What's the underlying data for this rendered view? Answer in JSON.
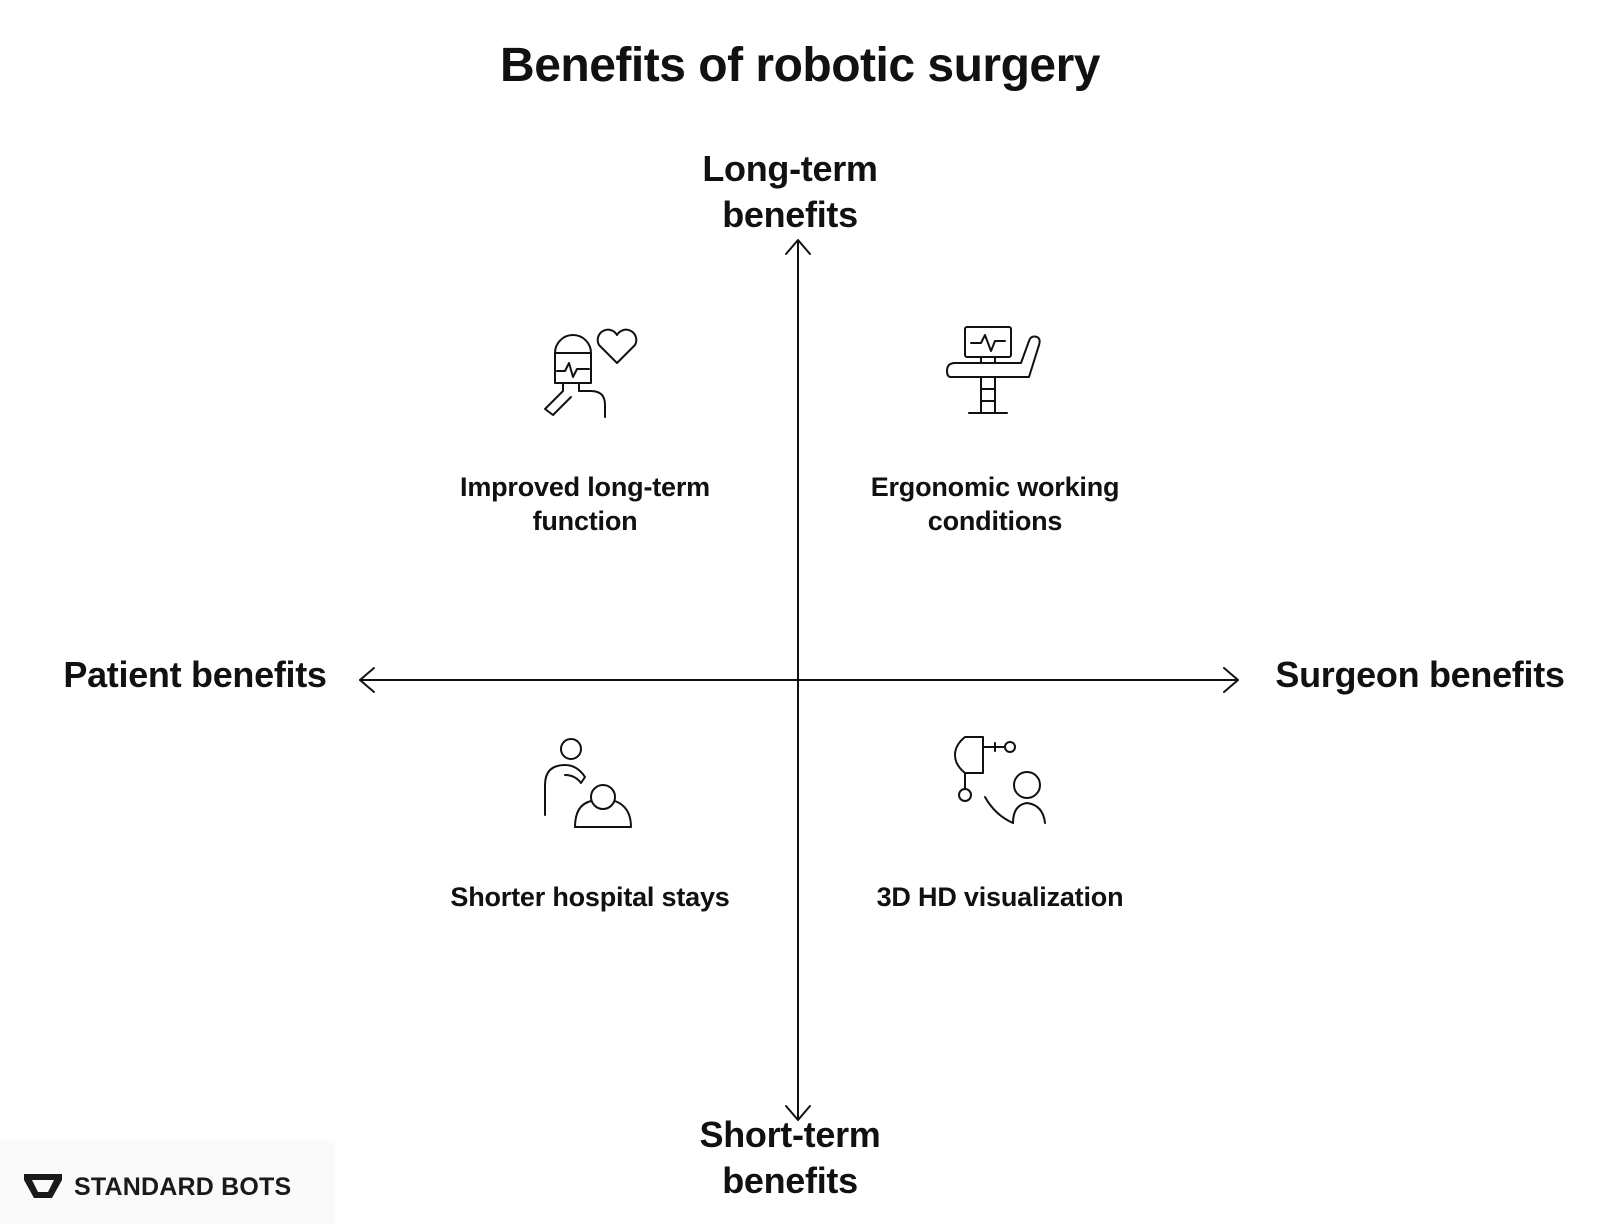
{
  "title": "Benefits of robotic surgery",
  "axes": {
    "top": [
      "Long-term",
      "benefits"
    ],
    "bottom": [
      "Short-term",
      "benefits"
    ],
    "left": "Patient benefits",
    "right": "Surgeon benefits"
  },
  "quadrants": [
    {
      "position": "top-left",
      "icon": "iv-heart-hand-icon",
      "lines": [
        "Improved long-term",
        "function"
      ]
    },
    {
      "position": "top-right",
      "icon": "surgical-chair-monitor-icon",
      "lines": [
        "Ergonomic working",
        "conditions"
      ]
    },
    {
      "position": "bottom-left",
      "icon": "caregiver-patient-icon",
      "lines": [
        "Shorter hospital stays"
      ]
    },
    {
      "position": "bottom-right",
      "icon": "surgeon-display-icon",
      "lines": [
        "3D HD visualization"
      ]
    }
  ],
  "brand": {
    "name": "STANDARD BOTS"
  },
  "colors": {
    "ink": "#111111",
    "background": "#ffffff"
  }
}
